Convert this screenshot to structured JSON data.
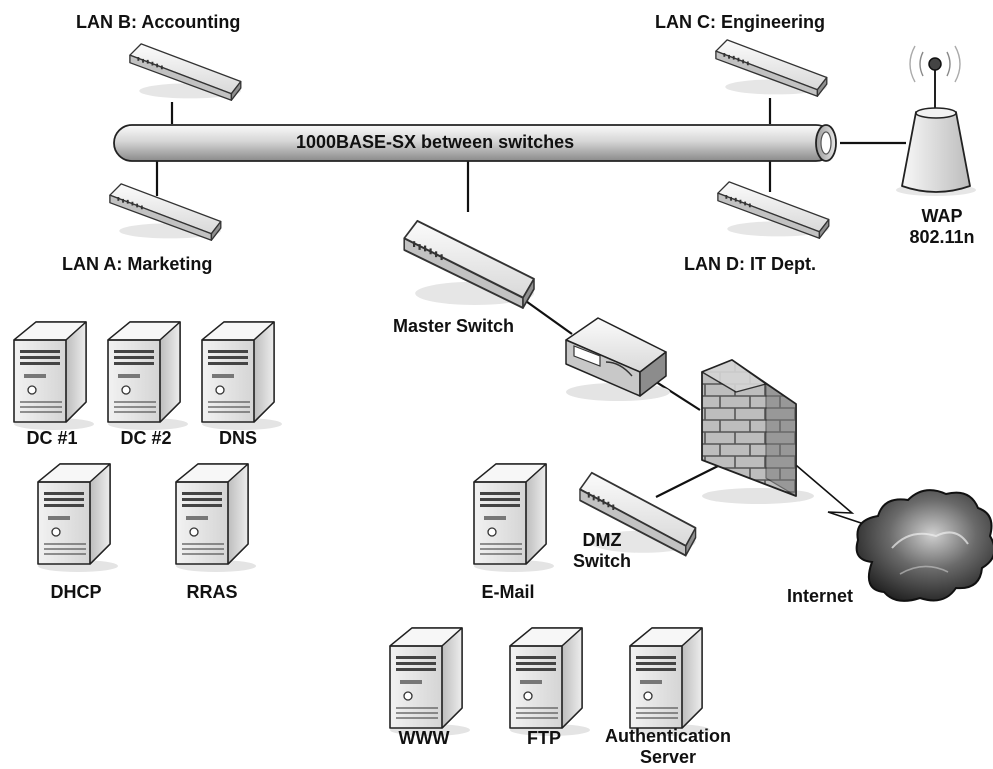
{
  "backbone": {
    "label": "1000BASE-SX between switches"
  },
  "lans": {
    "a": "LAN A: Marketing",
    "b": "LAN B: Accounting",
    "c": "LAN C: Engineering",
    "d": "LAN D: IT Dept."
  },
  "wap": {
    "line1": "WAP",
    "line2": "802.11n"
  },
  "master_switch": "Master Switch",
  "dmz_switch": {
    "line1": "DMZ",
    "line2": "Switch"
  },
  "internet": "Internet",
  "servers": {
    "dc1": "DC #1",
    "dc2": "DC #2",
    "dns": "DNS",
    "dhcp": "DHCP",
    "rras": "RRAS",
    "email": "E-Mail",
    "www": "WWW",
    "ftp": "FTP",
    "auth_line1": "Authentication",
    "auth_line2": "Server"
  }
}
